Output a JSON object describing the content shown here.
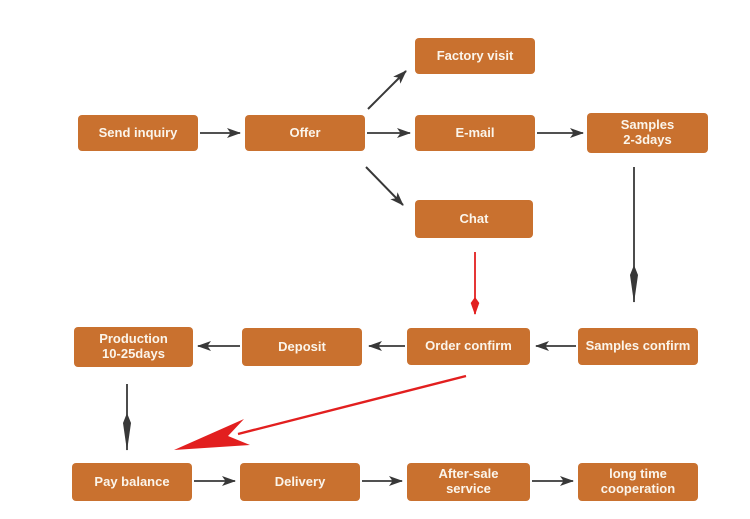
{
  "diagram": {
    "type": "flowchart",
    "colors": {
      "node_fill": "#C9712F",
      "node_text": "#FBF5EB",
      "arrow_black": "#383838",
      "arrow_red": "#E21F1F",
      "background": "#FFFFFF"
    },
    "nodes": [
      {
        "id": "send-inquiry",
        "label": "Send inquiry"
      },
      {
        "id": "offer",
        "label": "Offer"
      },
      {
        "id": "factory-visit",
        "label": "Factory visit"
      },
      {
        "id": "e-mail",
        "label": "E-mail"
      },
      {
        "id": "samples-2-3days",
        "label": "Samples\n2-3days"
      },
      {
        "id": "chat",
        "label": "Chat"
      },
      {
        "id": "samples-confirm",
        "label": "Samples confirm"
      },
      {
        "id": "order-confirm",
        "label": "Order confirm"
      },
      {
        "id": "deposit",
        "label": "Deposit"
      },
      {
        "id": "production-10-25days",
        "label": "Production\n10-25days"
      },
      {
        "id": "pay-balance",
        "label": "Pay balance"
      },
      {
        "id": "delivery",
        "label": "Delivery"
      },
      {
        "id": "after-sale-service",
        "label": "After-sale\nservice"
      },
      {
        "id": "long-time-cooperation",
        "label": "long time\ncooperation"
      }
    ],
    "edges": [
      {
        "from": "send-inquiry",
        "to": "offer",
        "color": "black"
      },
      {
        "from": "offer",
        "to": "factory-visit",
        "color": "black"
      },
      {
        "from": "offer",
        "to": "e-mail",
        "color": "black"
      },
      {
        "from": "offer",
        "to": "chat",
        "color": "black"
      },
      {
        "from": "e-mail",
        "to": "samples-2-3days",
        "color": "black"
      },
      {
        "from": "samples-2-3days",
        "to": "samples-confirm",
        "color": "black"
      },
      {
        "from": "chat",
        "to": "order-confirm",
        "color": "red"
      },
      {
        "from": "samples-confirm",
        "to": "order-confirm",
        "color": "black"
      },
      {
        "from": "order-confirm",
        "to": "deposit",
        "color": "black"
      },
      {
        "from": "deposit",
        "to": "production-10-25days",
        "color": "black"
      },
      {
        "from": "production-10-25days",
        "to": "pay-balance",
        "color": "black"
      },
      {
        "from": "order-confirm",
        "to": "pay-balance",
        "color": "red"
      },
      {
        "from": "pay-balance",
        "to": "delivery",
        "color": "black"
      },
      {
        "from": "delivery",
        "to": "after-sale-service",
        "color": "black"
      },
      {
        "from": "after-sale-service",
        "to": "long-time-cooperation",
        "color": "black"
      }
    ]
  }
}
